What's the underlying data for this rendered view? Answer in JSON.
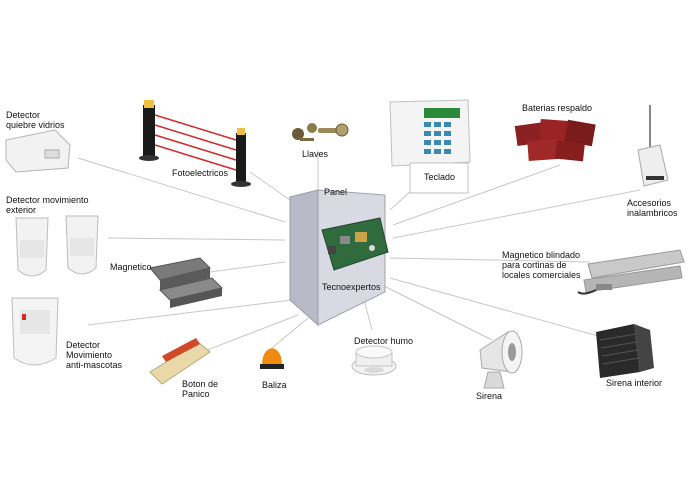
{
  "hub": {
    "panel_label": "Panel",
    "brand_label": "Tecnoexpertos"
  },
  "devices": {
    "detector_vidrios": {
      "label": "Detector\nquiebre vidrios",
      "icon": "glass-break-detector-icon"
    },
    "fotoelectricos": {
      "label": "Fotoelectricos",
      "icon": "photoelectric-beam-icon"
    },
    "llaves": {
      "label": "Llaves",
      "icon": "keys-icon"
    },
    "teclado": {
      "label": "Teclado",
      "icon": "keypad-icon"
    },
    "baterias": {
      "label": "Baterias respaldo",
      "icon": "battery-icon"
    },
    "accesorios": {
      "label": "Accesorios\ninalambricos",
      "icon": "wireless-accessory-icon"
    },
    "detector_exterior": {
      "label": "Detector movimiento\nexterior",
      "icon": "outdoor-motion-detector-icon"
    },
    "magnetico": {
      "label": "Magnetico",
      "icon": "magnetic-contact-icon"
    },
    "magnetico_blindado": {
      "label": "Magnetico blindado\npara cortinas de\nlocales comerciales",
      "icon": "armored-magnetic-contact-icon"
    },
    "detector_mascotas": {
      "label": "Detector\nMovimiento\nanti-mascotas",
      "icon": "pet-immune-motion-detector-icon"
    },
    "boton_panico": {
      "label": "Boton de\nPanico",
      "icon": "panic-button-icon"
    },
    "baliza": {
      "label": "Baliza",
      "icon": "beacon-light-icon"
    },
    "detector_humo": {
      "label": "Detector humo",
      "icon": "smoke-detector-icon"
    },
    "sirena": {
      "label": "Sirena",
      "icon": "horn-siren-icon"
    },
    "sirena_interior": {
      "label": "Sirena interior",
      "icon": "indoor-siren-icon"
    }
  },
  "colors": {
    "connector": "#c8c8c8",
    "panel_body": "#d9d9e3",
    "beam": "#d32a2a",
    "board": "#2f6b3c"
  }
}
